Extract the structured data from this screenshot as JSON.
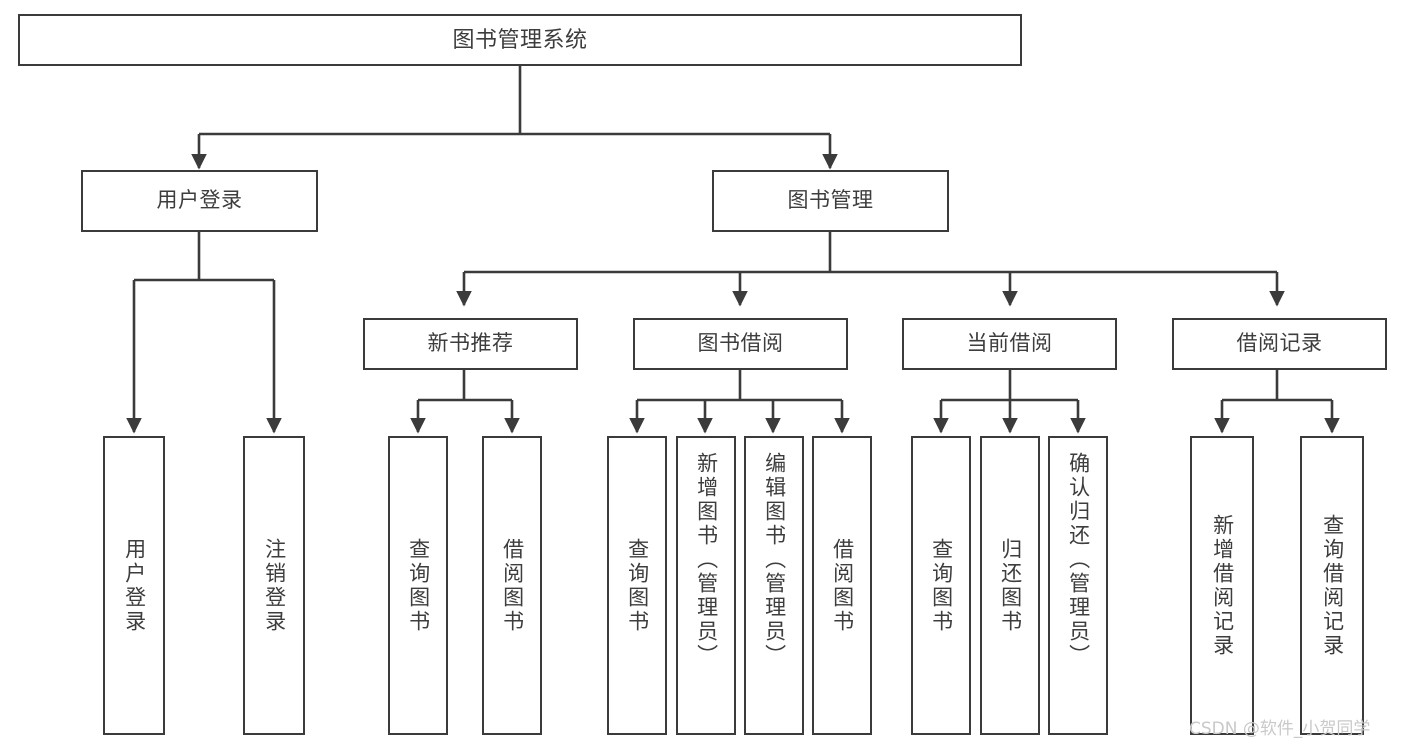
{
  "diagram": {
    "title": "图书管理系统",
    "type": "tree-hierarchy",
    "root": {
      "label": "图书管理系统"
    },
    "level1": [
      {
        "label": "用户登录"
      },
      {
        "label": "图书管理"
      }
    ],
    "level2": [
      {
        "label": "新书推荐"
      },
      {
        "label": "图书借阅"
      },
      {
        "label": "当前借阅"
      },
      {
        "label": "借阅记录"
      }
    ],
    "leaves": {
      "user_login": [
        {
          "label": "用户登录"
        },
        {
          "label": "注销登录"
        }
      ],
      "new_book_recommend": [
        {
          "label": "查询图书"
        },
        {
          "label": "借阅图书"
        }
      ],
      "book_borrow": [
        {
          "label": "查询图书"
        },
        {
          "label": "新增图书（管理员）"
        },
        {
          "label": "编辑图书（管理员）"
        },
        {
          "label": "借阅图书"
        }
      ],
      "current_borrow": [
        {
          "label": "查询图书"
        },
        {
          "label": "归还图书"
        },
        {
          "label": "确认归还（管理员）"
        }
      ],
      "borrow_record": [
        {
          "label": "新增借阅记录"
        },
        {
          "label": "查询借阅记录"
        }
      ]
    }
  },
  "watermark": {
    "text": "CSDN @软件_小贺同学"
  },
  "colors": {
    "border": "#3b3b3b",
    "text": "#3d3d3d",
    "background": "#ffffff",
    "watermark": "#c9c9c9"
  }
}
